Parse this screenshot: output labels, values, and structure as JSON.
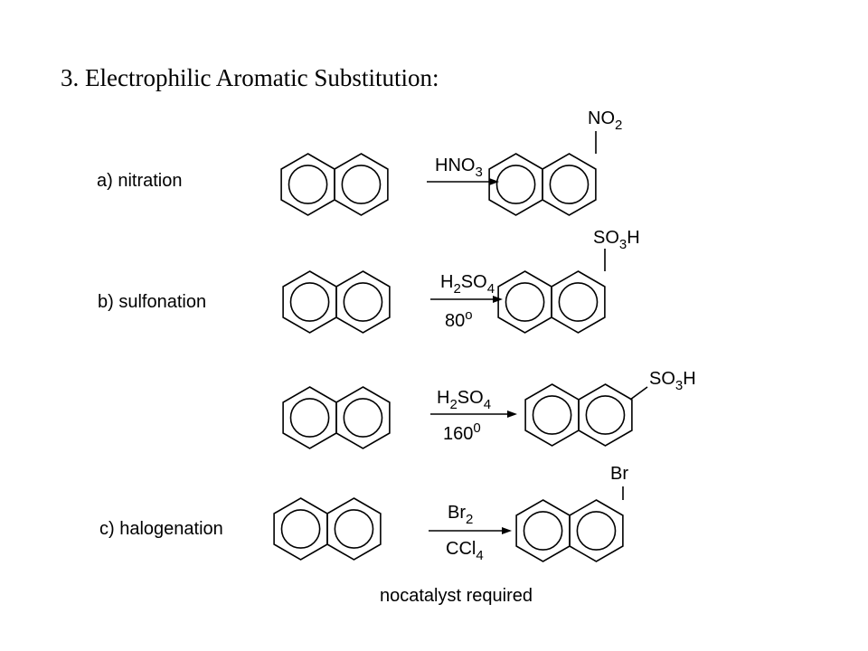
{
  "slide": {
    "title": "3.  Electrophilic Aromatic Substitution:"
  },
  "reactions": {
    "nitration": {
      "label": "a) nitration",
      "reagent_main": "HNO",
      "reagent_sub": "3",
      "product_group_a": "NO",
      "product_group_sub": "2"
    },
    "sulfonation_80": {
      "label": "b) sulfonation",
      "reagent_h": "H",
      "reagent_sub1": "2",
      "reagent_so": "SO",
      "reagent_sub2": "4",
      "condition_value": "80",
      "condition_sup": "o",
      "product_so": "SO",
      "product_sub": "3",
      "product_h": "H"
    },
    "sulfonation_160": {
      "reagent_h": "H",
      "reagent_sub1": "2",
      "reagent_so": "SO",
      "reagent_sub2": "4",
      "condition_value": "160",
      "condition_sup": "0",
      "product_so": "SO",
      "product_sub": "3",
      "product_h": "H"
    },
    "halogenation": {
      "label": "c) halogenation",
      "reagent_main": "Br",
      "reagent_sub": "2",
      "solvent_main": "CCl",
      "solvent_sub": "4",
      "product_group": "Br",
      "note": "nocatalyst required"
    }
  },
  "colors": {
    "ink": "#000000",
    "background": "#ffffff"
  }
}
